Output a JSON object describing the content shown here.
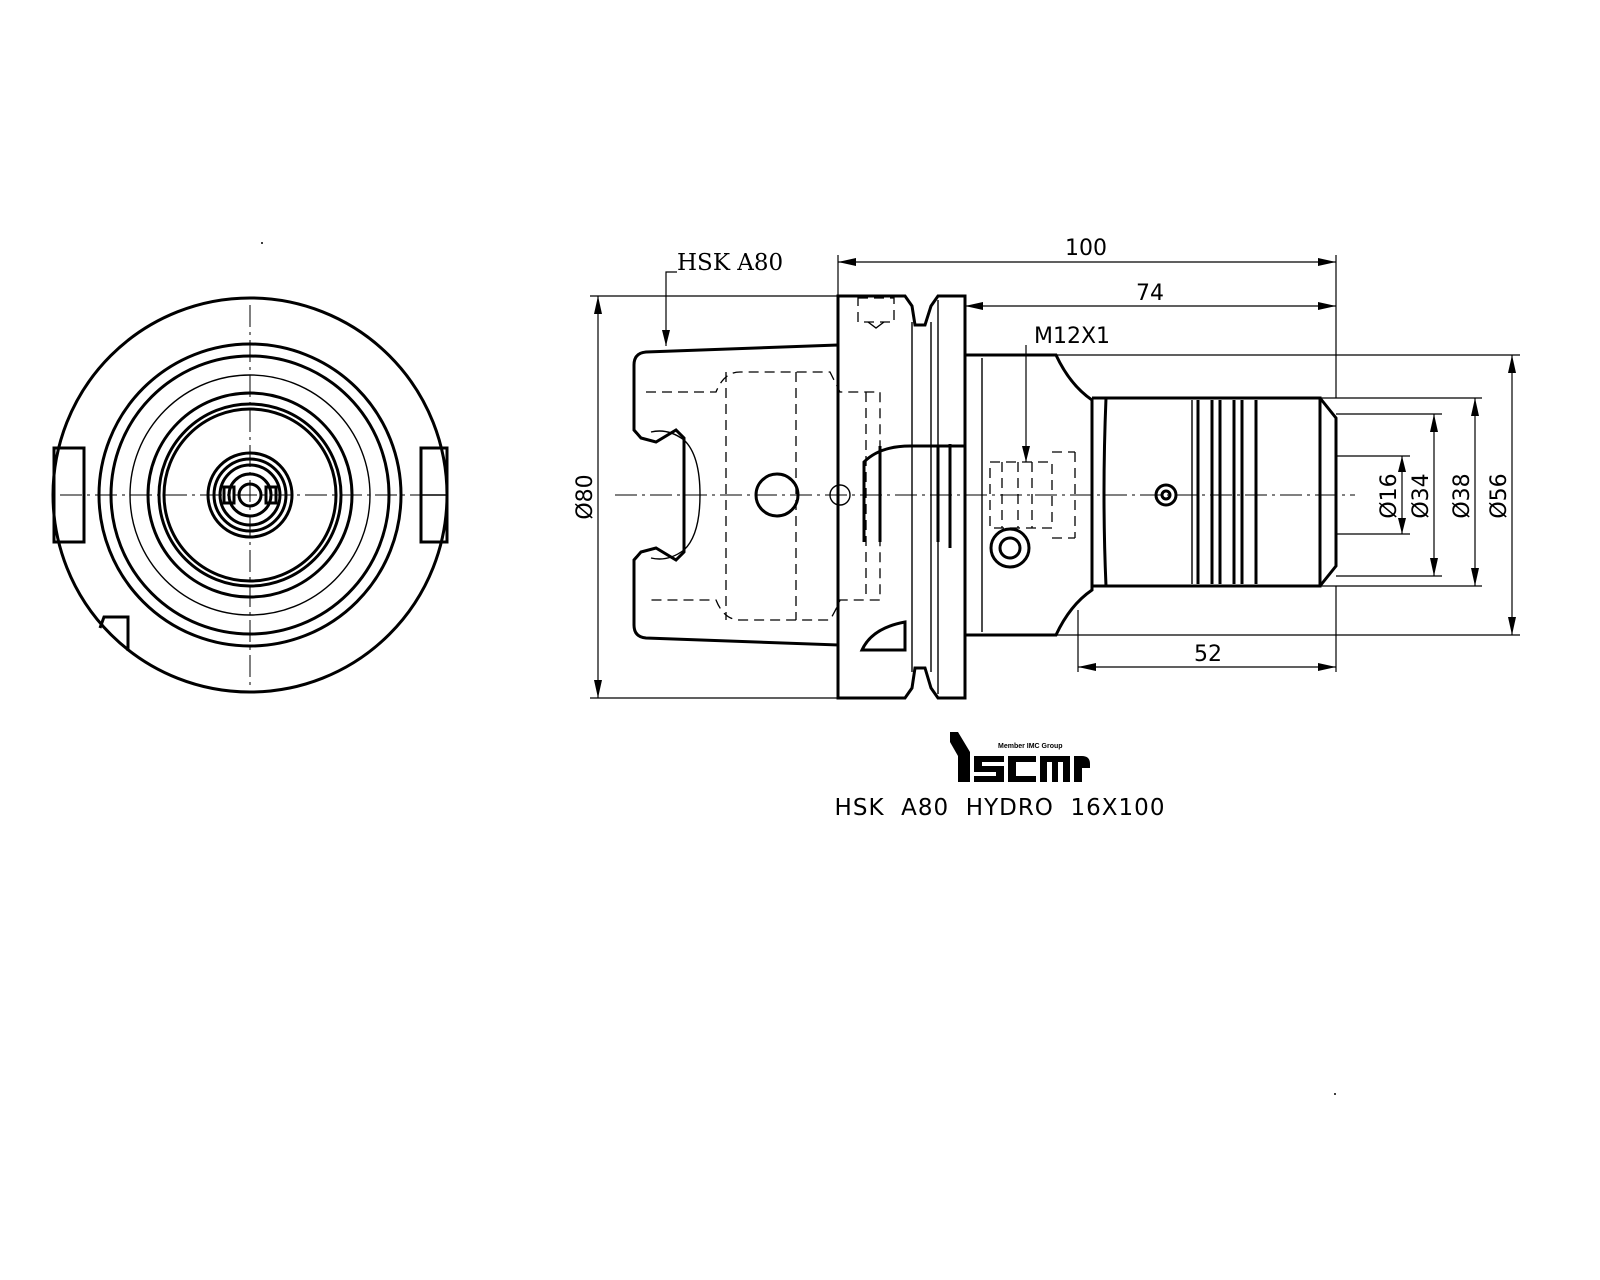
{
  "labels": {
    "connection_label": "HSK A80",
    "thread_label": "M12X1",
    "product_title": "HSK  A80  HYDRO  16X100"
  },
  "dimensions": {
    "overall_length": "100",
    "body_length": "74",
    "nose_length": "52",
    "dia_flange": "Ø80",
    "dia_bore": "Ø16",
    "dia_34": "Ø34",
    "dia_38": "Ø38",
    "dia_56": "Ø56"
  },
  "logo": {
    "tagline": "Member IMC Group",
    "brand": "iscar"
  }
}
